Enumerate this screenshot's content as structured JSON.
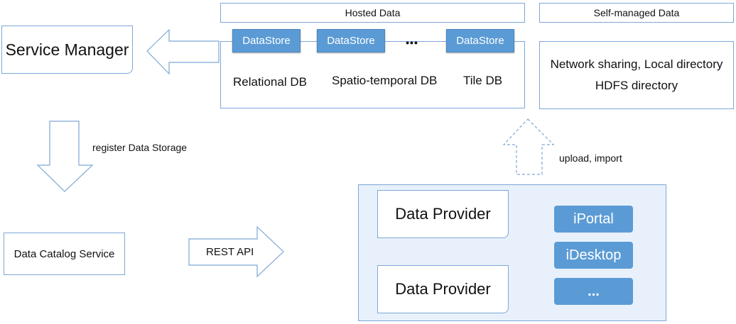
{
  "service_manager": {
    "label": "Service Manager"
  },
  "hosted_data": {
    "header": "Hosted Data",
    "datastores": [
      "DataStore",
      "DataStore",
      "DataStore"
    ],
    "ellipsis": "•••",
    "databases": [
      "Relational DB",
      "Spatio-temporal DB",
      "Tile DB"
    ]
  },
  "self_managed": {
    "header": "Self-managed Data",
    "line1": "Network sharing, Local directory",
    "line2": "HDFS directory"
  },
  "register_arrow": {
    "label": "register Data Storage"
  },
  "upload_arrow": {
    "label": "upload, import"
  },
  "data_catalog": {
    "label": "Data Catalog Service"
  },
  "rest_api": {
    "label": "REST API"
  },
  "providers_panel": {
    "providers": [
      "Data Provider",
      "Data Provider"
    ],
    "clients": [
      "iPortal",
      "iDesktop",
      "..."
    ]
  }
}
